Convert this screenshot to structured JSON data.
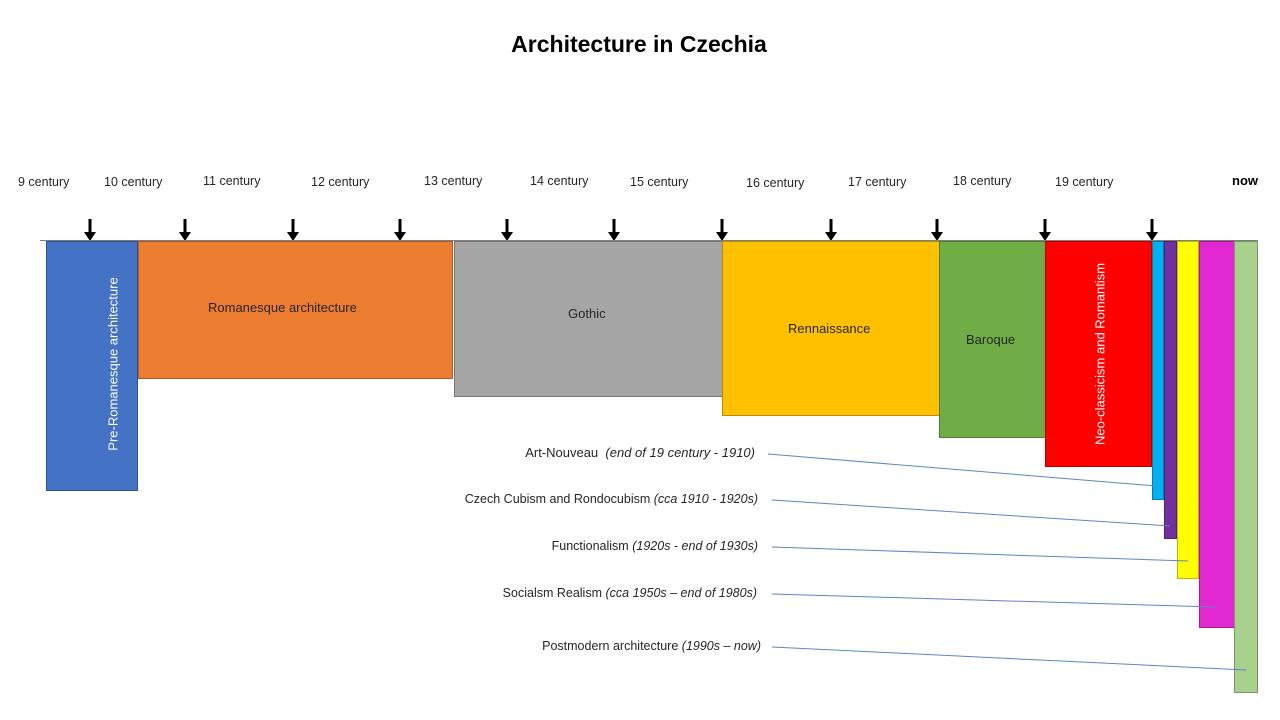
{
  "title": "Architecture in Czechia",
  "centuries": [
    "9 century",
    "10 century",
    "11 century",
    "12 century",
    "13 century",
    "14 century",
    "15 century",
    "16 century",
    "17 century",
    "18 century",
    "19 century"
  ],
  "now_label": "now",
  "periods": {
    "pre_romanesque": {
      "label": "Pre-Romanesque architecture",
      "color": "#4472c4"
    },
    "romanesque": {
      "label": "Romanesque architecture",
      "color": "#ed7d31"
    },
    "gothic": {
      "label": "Gothic",
      "color": "#a5a5a5"
    },
    "renaissance": {
      "label": "Rennaissance",
      "color": "#ffc000"
    },
    "baroque": {
      "label": "Baroque",
      "color": "#70ad47"
    },
    "neo_classicism": {
      "label": "Neo-classicism and Romantism",
      "color": "#ff0000"
    }
  },
  "modern": {
    "art_nouveau": {
      "name": "Art-Nouveau",
      "dates": "(end of 19 century - 1910)",
      "color": "#00b0f0"
    },
    "cubism": {
      "name": "Czech Cubism and Rondocubism",
      "dates": "(cca 1910 - 1920s)",
      "color": "#7030a0"
    },
    "functionalism": {
      "name": "Functionalism",
      "dates": "(1920s - end of 1930s)",
      "color": "#ffff00"
    },
    "socialism": {
      "name": "Socialsm Realism",
      "dates": "(cca 1950s – end of 1980s)",
      "color": "#e228d0"
    },
    "postmodern": {
      "name": "Postmodern architecture",
      "dates": "(1990s – now)",
      "color": "#a9d18e"
    }
  }
}
